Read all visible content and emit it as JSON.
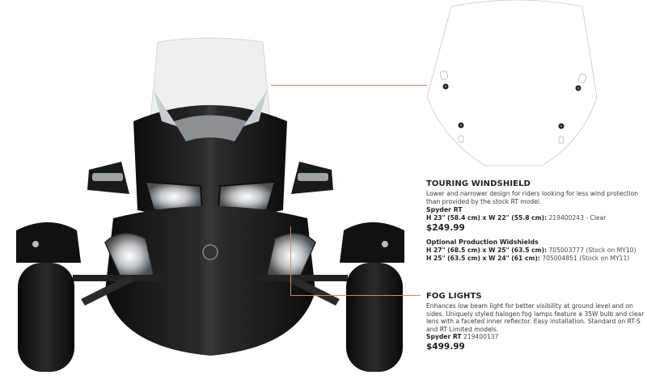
{
  "colors": {
    "connector_line": "#d9826b",
    "text": "#231f20",
    "vehicle_body": "#111111"
  },
  "touring_windshield": {
    "title": "TOURING WINDSHIELD",
    "description": "Lower and narrower design for riders looking for less wind protection than provided by the stock RT model.",
    "model": "Spyder RT",
    "size": "H 23\" (58.4 cm) x W 22\" (55.8 cm):",
    "part": "219400243 - Clear",
    "price": "$249.99",
    "optional_heading": "Optional Production Widshields",
    "optional": [
      {
        "size": "H 27\" (68.5 cm) x W 25\" (63.5 cm):",
        "part": "705003777 (Stock on MY10)"
      },
      {
        "size": "H 25\" (63.5 cm) x W 24\" (61 cm):",
        "part": "705004851 (Stock on MY11)"
      }
    ]
  },
  "fog_lights": {
    "title": "FOG LIGHTS",
    "description": "Enhances low beam light for better visibility at ground level and on sides. Uniquely styled halogen fog lamps feature a 35W bulb and clear lens with a faceted inner reflector. Easy installation. Standard on RT-S and RT Limited models.",
    "model": "Spyder RT",
    "part": "219400137",
    "price": "$499.99"
  },
  "images": {
    "vehicle": "three-wheel-roadster-front-view",
    "diagram": "windshield-outline-diagram"
  }
}
